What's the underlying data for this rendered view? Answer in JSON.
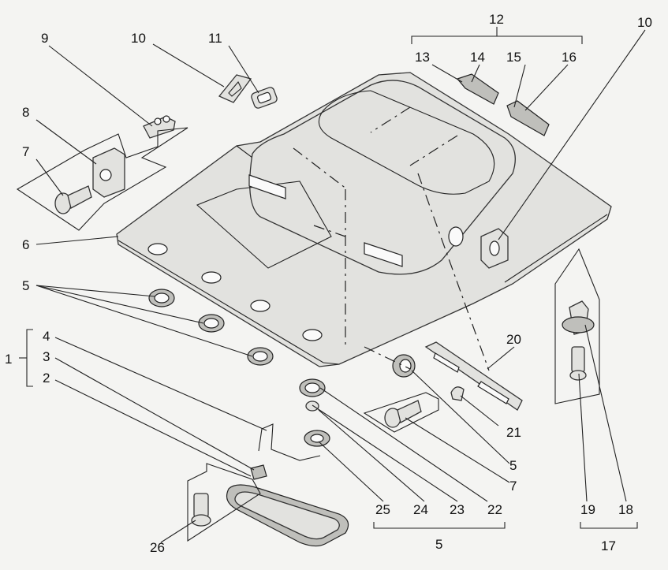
{
  "labels": {
    "l1": "1",
    "l2": "2",
    "l3": "3",
    "l4": "4",
    "l5a": "5",
    "l5b": "5",
    "l5c": "5",
    "l6": "6",
    "l7a": "7",
    "l7b": "7",
    "l8": "8",
    "l9": "9",
    "l10a": "10",
    "l10b": "10",
    "l11": "11",
    "l12": "12",
    "l13": "13",
    "l14": "14",
    "l15": "15",
    "l16": "16",
    "l17": "17",
    "l18": "18",
    "l19": "19",
    "l20": "20",
    "l21": "21",
    "l22": "22",
    "l23": "23",
    "l24": "24",
    "l25": "25",
    "l26": "26"
  }
}
